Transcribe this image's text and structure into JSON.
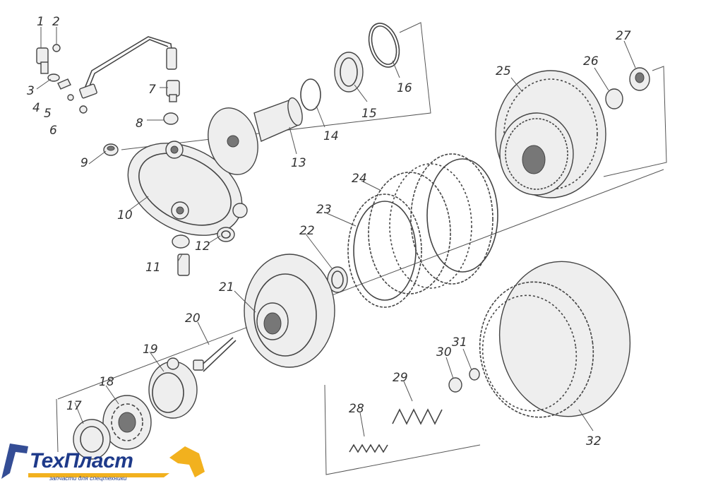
{
  "labels": [
    "1",
    "2",
    "3",
    "4",
    "5",
    "6",
    "7",
    "8",
    "9",
    "10",
    "11",
    "12",
    "13",
    "14",
    "15",
    "16",
    "17",
    "18",
    "19",
    "20",
    "21",
    "22",
    "23",
    "24",
    "25",
    "26",
    "27",
    "28",
    "29",
    "30",
    "31",
    "32"
  ],
  "logo": {
    "name": "ТехПласт",
    "tagline": "запчасти для спецтехники",
    "text_color": "#1e3a8a",
    "accent_color": "#f2b11e"
  }
}
